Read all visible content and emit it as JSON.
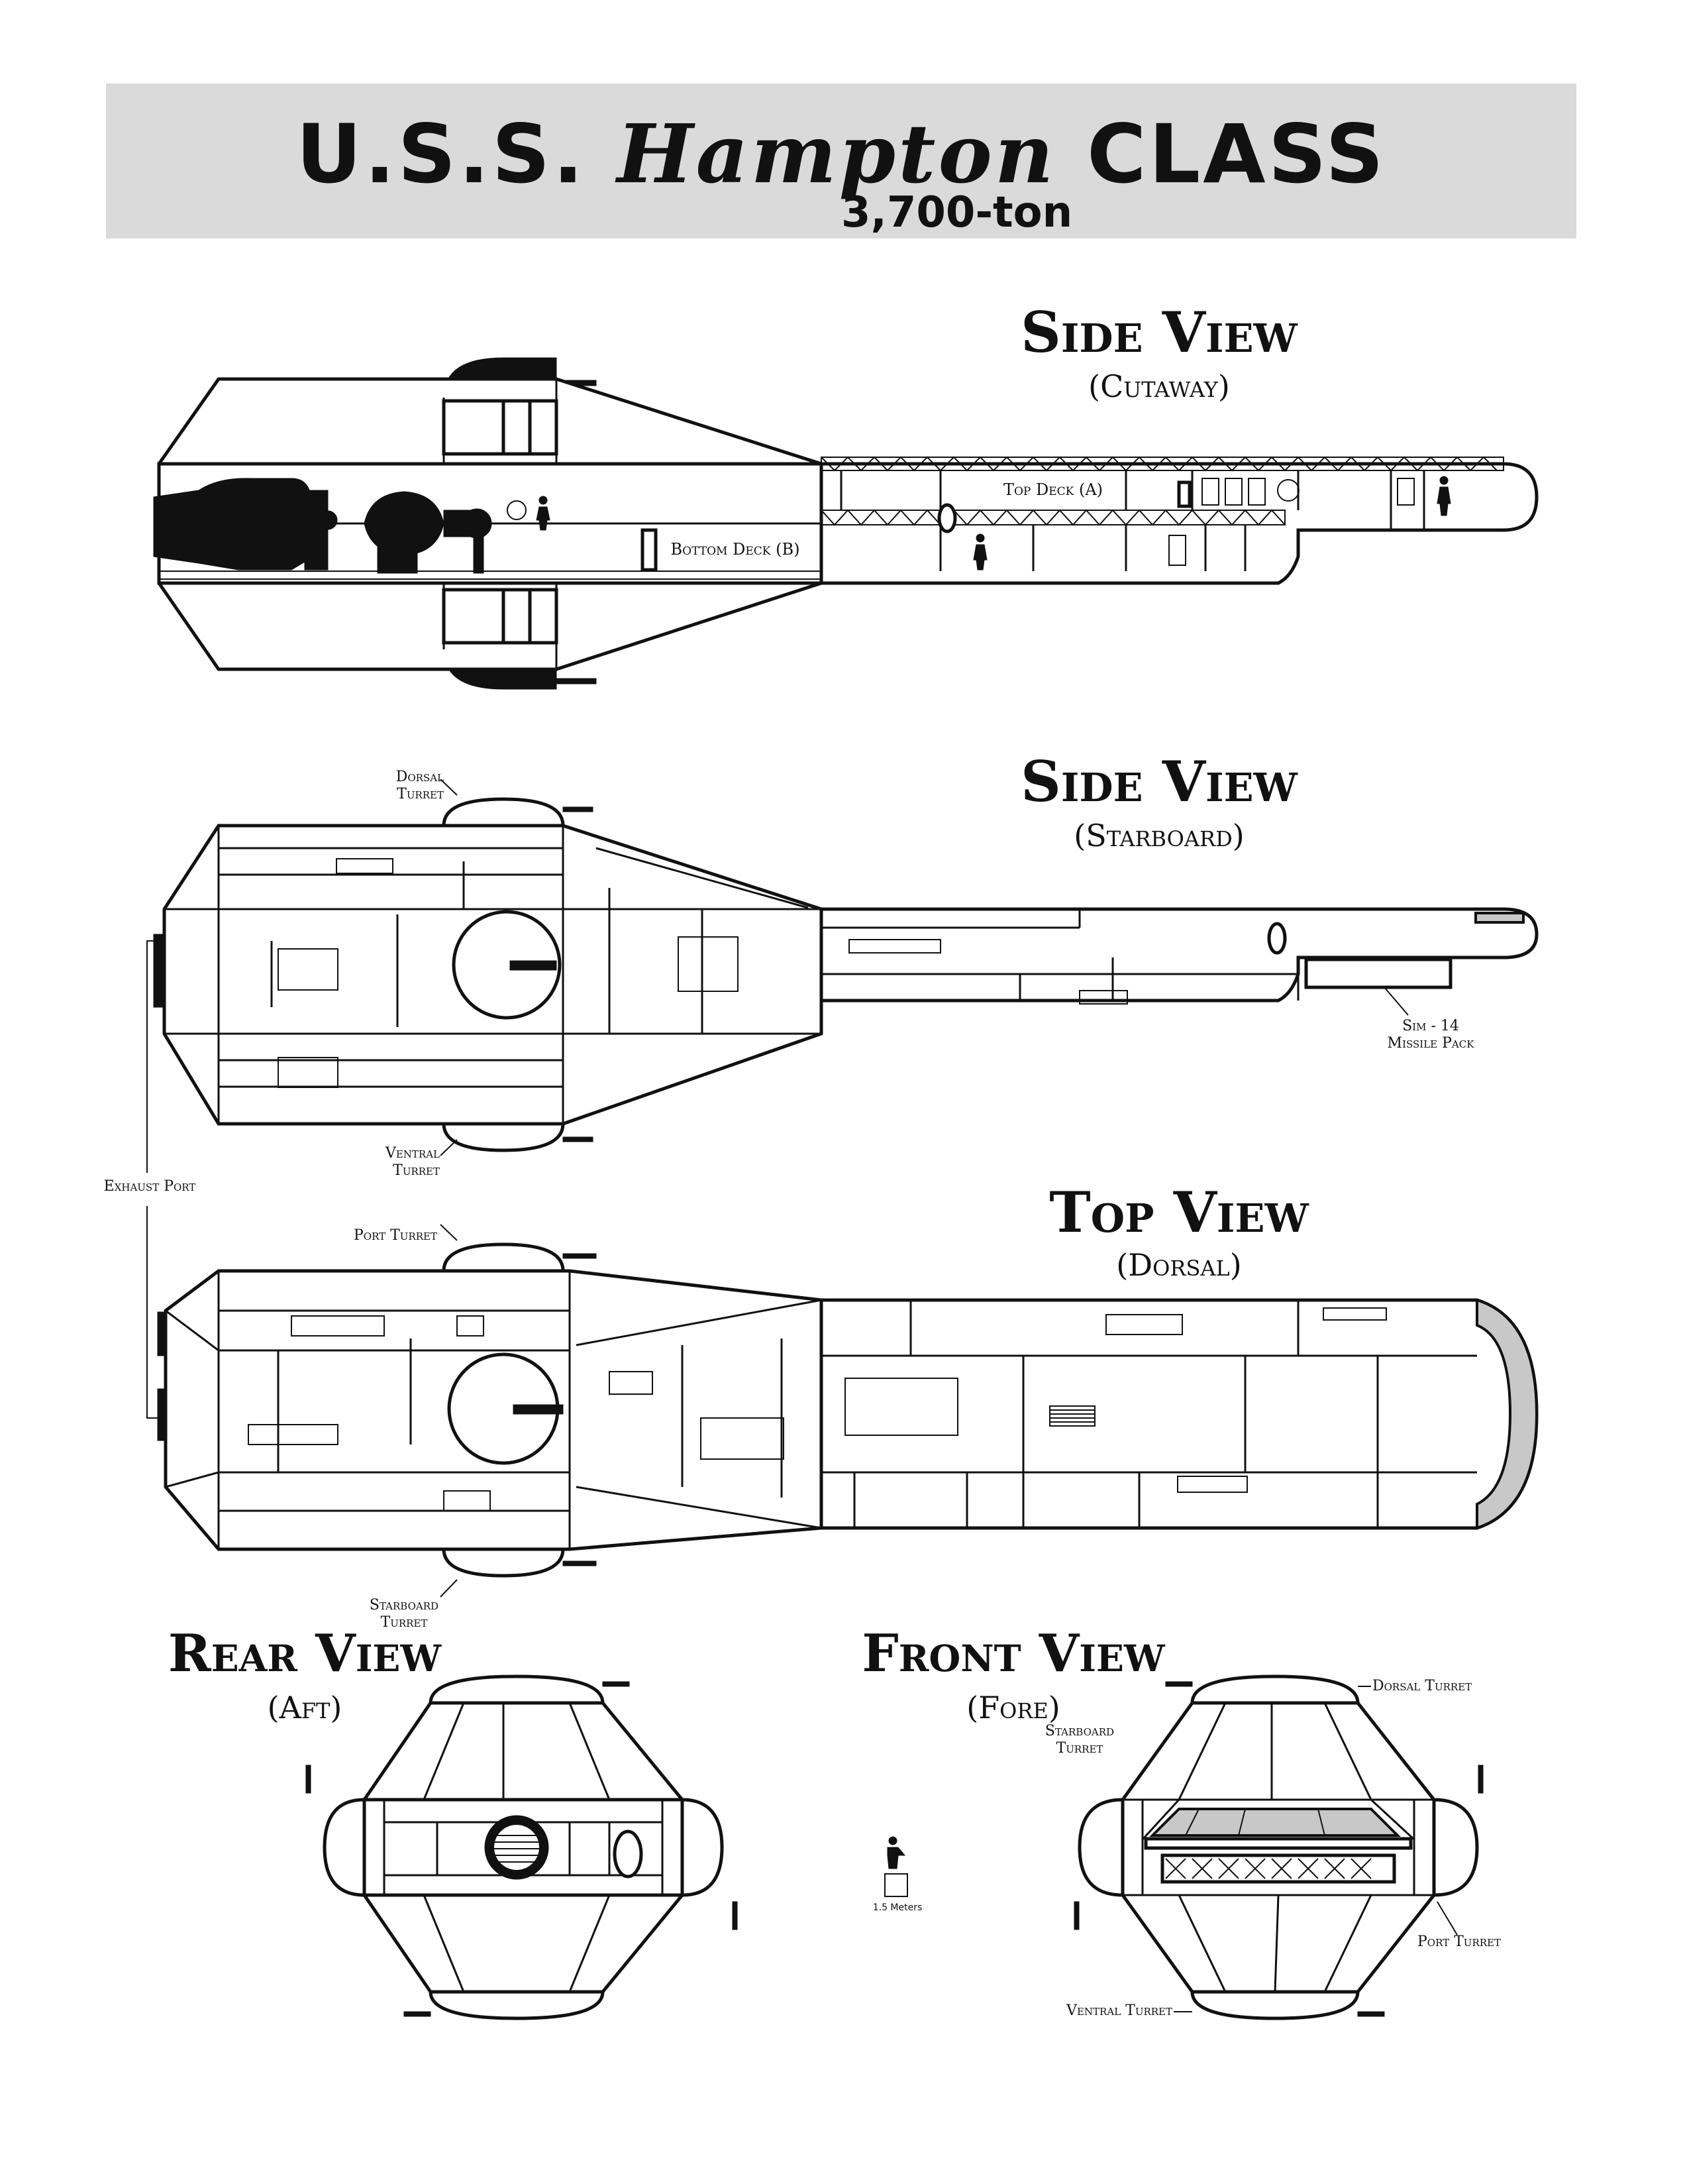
{
  "title": {
    "prefix": "U.S.S.",
    "ship": "Hampton",
    "suffix": "CLASS",
    "tonnage": "3,700-ton"
  },
  "views": {
    "side_cutaway": {
      "heading": "Side View",
      "sub": "(Cutaway)"
    },
    "side_starboard": {
      "heading": "Side View",
      "sub": "(Starboard)"
    },
    "top": {
      "heading": "Top View",
      "sub": "(Dorsal)"
    },
    "rear": {
      "heading": "Rear View",
      "sub": "(Aft)"
    },
    "front": {
      "heading": "Front View",
      "sub": "(Fore)"
    }
  },
  "labels": {
    "top_deck": "Top Deck (A)",
    "bottom_deck": "Bottom Deck (B)",
    "dorsal_turret": "Dorsal Turret",
    "ventral_turret": "Ventral Turret",
    "sim_14_line1": "Sim - 14",
    "sim_14_line2": "Missile Pack",
    "exhaust_port": "Exhaust Port",
    "port_turret": "Port Turret",
    "starboard_turret_line1": "Starboard",
    "starboard_turret_line2": "Turret",
    "front_dorsal_turret": "Dorsal Turret",
    "front_starboard_turret_line1": "Starboard",
    "front_starboard_turret_line2": "Turret",
    "front_port_turret": "Port Turret",
    "front_ventral_turret": "Ventral Turret",
    "scale": "1.5 Meters"
  }
}
